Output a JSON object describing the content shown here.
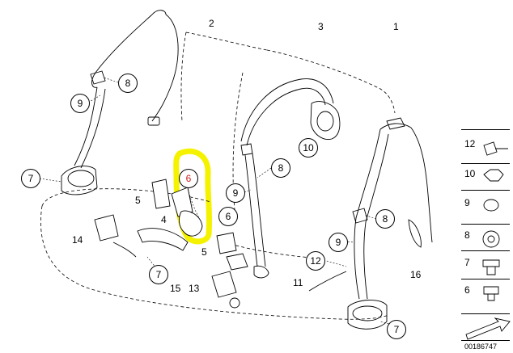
{
  "colors": {
    "highlight": "#f5f200",
    "line": "#000000",
    "callout_red": "#d02020"
  },
  "main_labels": {
    "l1": "1",
    "l2": "2",
    "l3": "3",
    "l5a": "5",
    "l4": "4",
    "l5b": "5",
    "l14": "14",
    "l15": "15",
    "l13": "13",
    "l11": "11",
    "l16": "16"
  },
  "callouts": {
    "c8a": "8",
    "c9a": "9",
    "c7a": "7",
    "c6a": "6",
    "c10": "10",
    "c8b": "8",
    "c9b": "9",
    "c6b": "6",
    "c7b": "7",
    "c8c": "8",
    "c9c": "9",
    "c12": "12",
    "c7c": "7"
  },
  "side_parts": {
    "s12": "12",
    "s10": "10",
    "s9": "9",
    "s8": "8",
    "s7": "7",
    "s6": "6"
  },
  "doc_number": "00186747",
  "icons": [
    "rear-seat-outline",
    "seat-belt-assembly",
    "buckle",
    "screw",
    "nut",
    "washer",
    "bolt",
    "arrow-icon"
  ]
}
